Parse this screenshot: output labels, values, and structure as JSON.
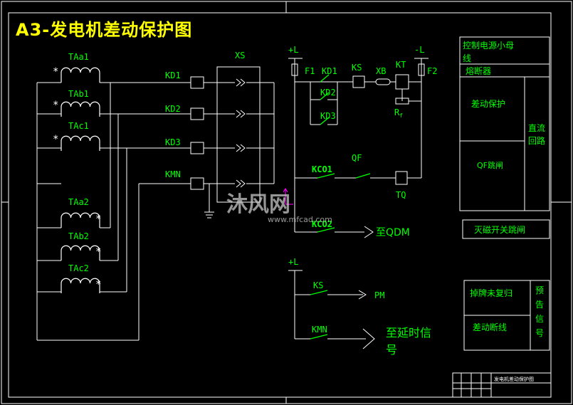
{
  "title": "A3-发电机差动保护图",
  "colors": {
    "wire": "#ffffff",
    "label": "#00ff00",
    "title": "#ffff00",
    "frame": "#ffffff",
    "background": "#000000",
    "contact": "#00ff00"
  },
  "ct_left": {
    "a1": "TAa1",
    "b1": "TAb1",
    "c1": "TAc1",
    "a2": "TAa2",
    "b2": "TAb2",
    "c2": "TAc2",
    "star": "*"
  },
  "relays": {
    "kd1": "KD1",
    "kd2": "KD2",
    "kd3": "KD3",
    "kmn": "KMN",
    "xs": "XS"
  },
  "dc_circuit": {
    "pos": "+L",
    "neg": "-L",
    "f1": "F1",
    "f2": "F2",
    "kd1": "KD1",
    "kd2": "KD2",
    "kd3": "KD3",
    "ks": "KS",
    "xb": "XB",
    "kt": "KT",
    "rf": "R",
    "rf_sub": "f",
    "kco1": "KCO1",
    "qf": "QF",
    "tq": "TQ",
    "kco2": "KCO2",
    "to_qdm": "至QDM"
  },
  "signal_circuit": {
    "pos": "+L",
    "ks": "KS",
    "pm": "PM",
    "kmn": "KMN",
    "to_delay": "至延时信",
    "to_delay_2": "号"
  },
  "table_top": {
    "row1": "控制电源小母",
    "row1b": "线",
    "row2": "熔断器",
    "row3": "差动保护",
    "row4": "QF跳闸",
    "side1": "直流",
    "side2": "回路"
  },
  "box_mid": {
    "label": "灭磁开关跳闸"
  },
  "table_bottom": {
    "row1": "掉牌未复归",
    "row2": "差动断线",
    "side": [
      "预",
      "告",
      "信",
      "号"
    ]
  },
  "title_block": {
    "label": "发电机差动保护图"
  },
  "watermark": {
    "text": "沐风网",
    "url": "www.mfcad.com"
  }
}
